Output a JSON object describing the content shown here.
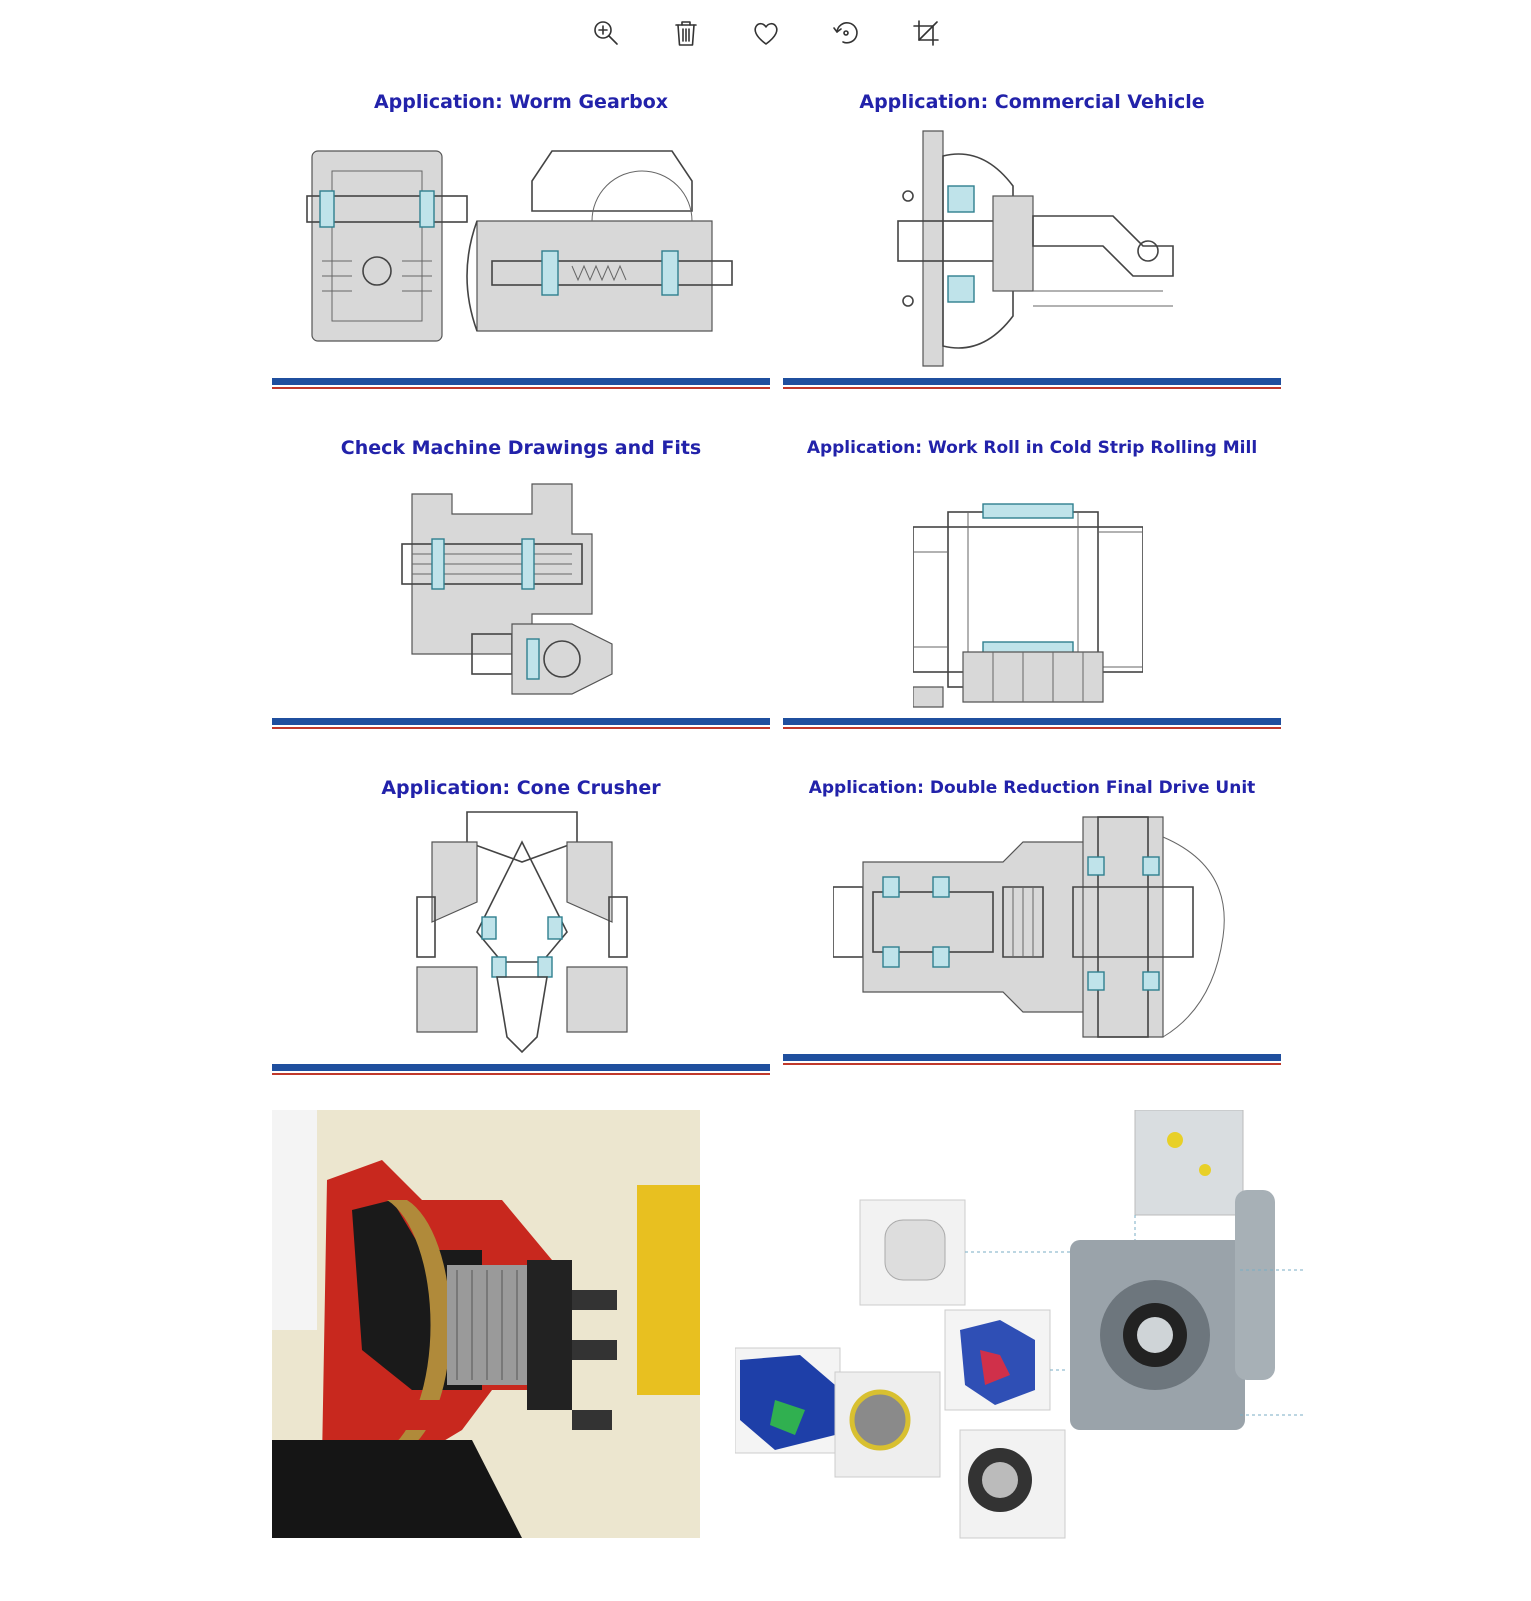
{
  "toolbar": {
    "items": [
      {
        "name": "zoom-in",
        "icon": "zoom-in-icon"
      },
      {
        "name": "delete",
        "icon": "trash-icon"
      },
      {
        "name": "favorite",
        "icon": "heart-icon"
      },
      {
        "name": "rotate",
        "icon": "rotate-icon"
      },
      {
        "name": "crop",
        "icon": "crop-icon"
      }
    ]
  },
  "panels": {
    "worm_gearbox": {
      "title": "Application: Worm Gearbox"
    },
    "commercial_vehicle": {
      "title": "Application: Commercial Vehicle"
    },
    "check_machine": {
      "title": "Check Machine Drawings and Fits"
    },
    "work_roll": {
      "title": "Application: Work Roll in Cold Strip Rolling Mill"
    },
    "cone_crusher": {
      "title": "Application: Cone Crusher"
    },
    "final_drive": {
      "title": "Application: Double Reduction Final Drive Unit"
    }
  },
  "colors": {
    "title": "#2222aa",
    "divider_blue": "#1f4f9e",
    "divider_red": "#c0392b",
    "bearing": "#bfe3ea",
    "housing_red": "#c8281e"
  }
}
